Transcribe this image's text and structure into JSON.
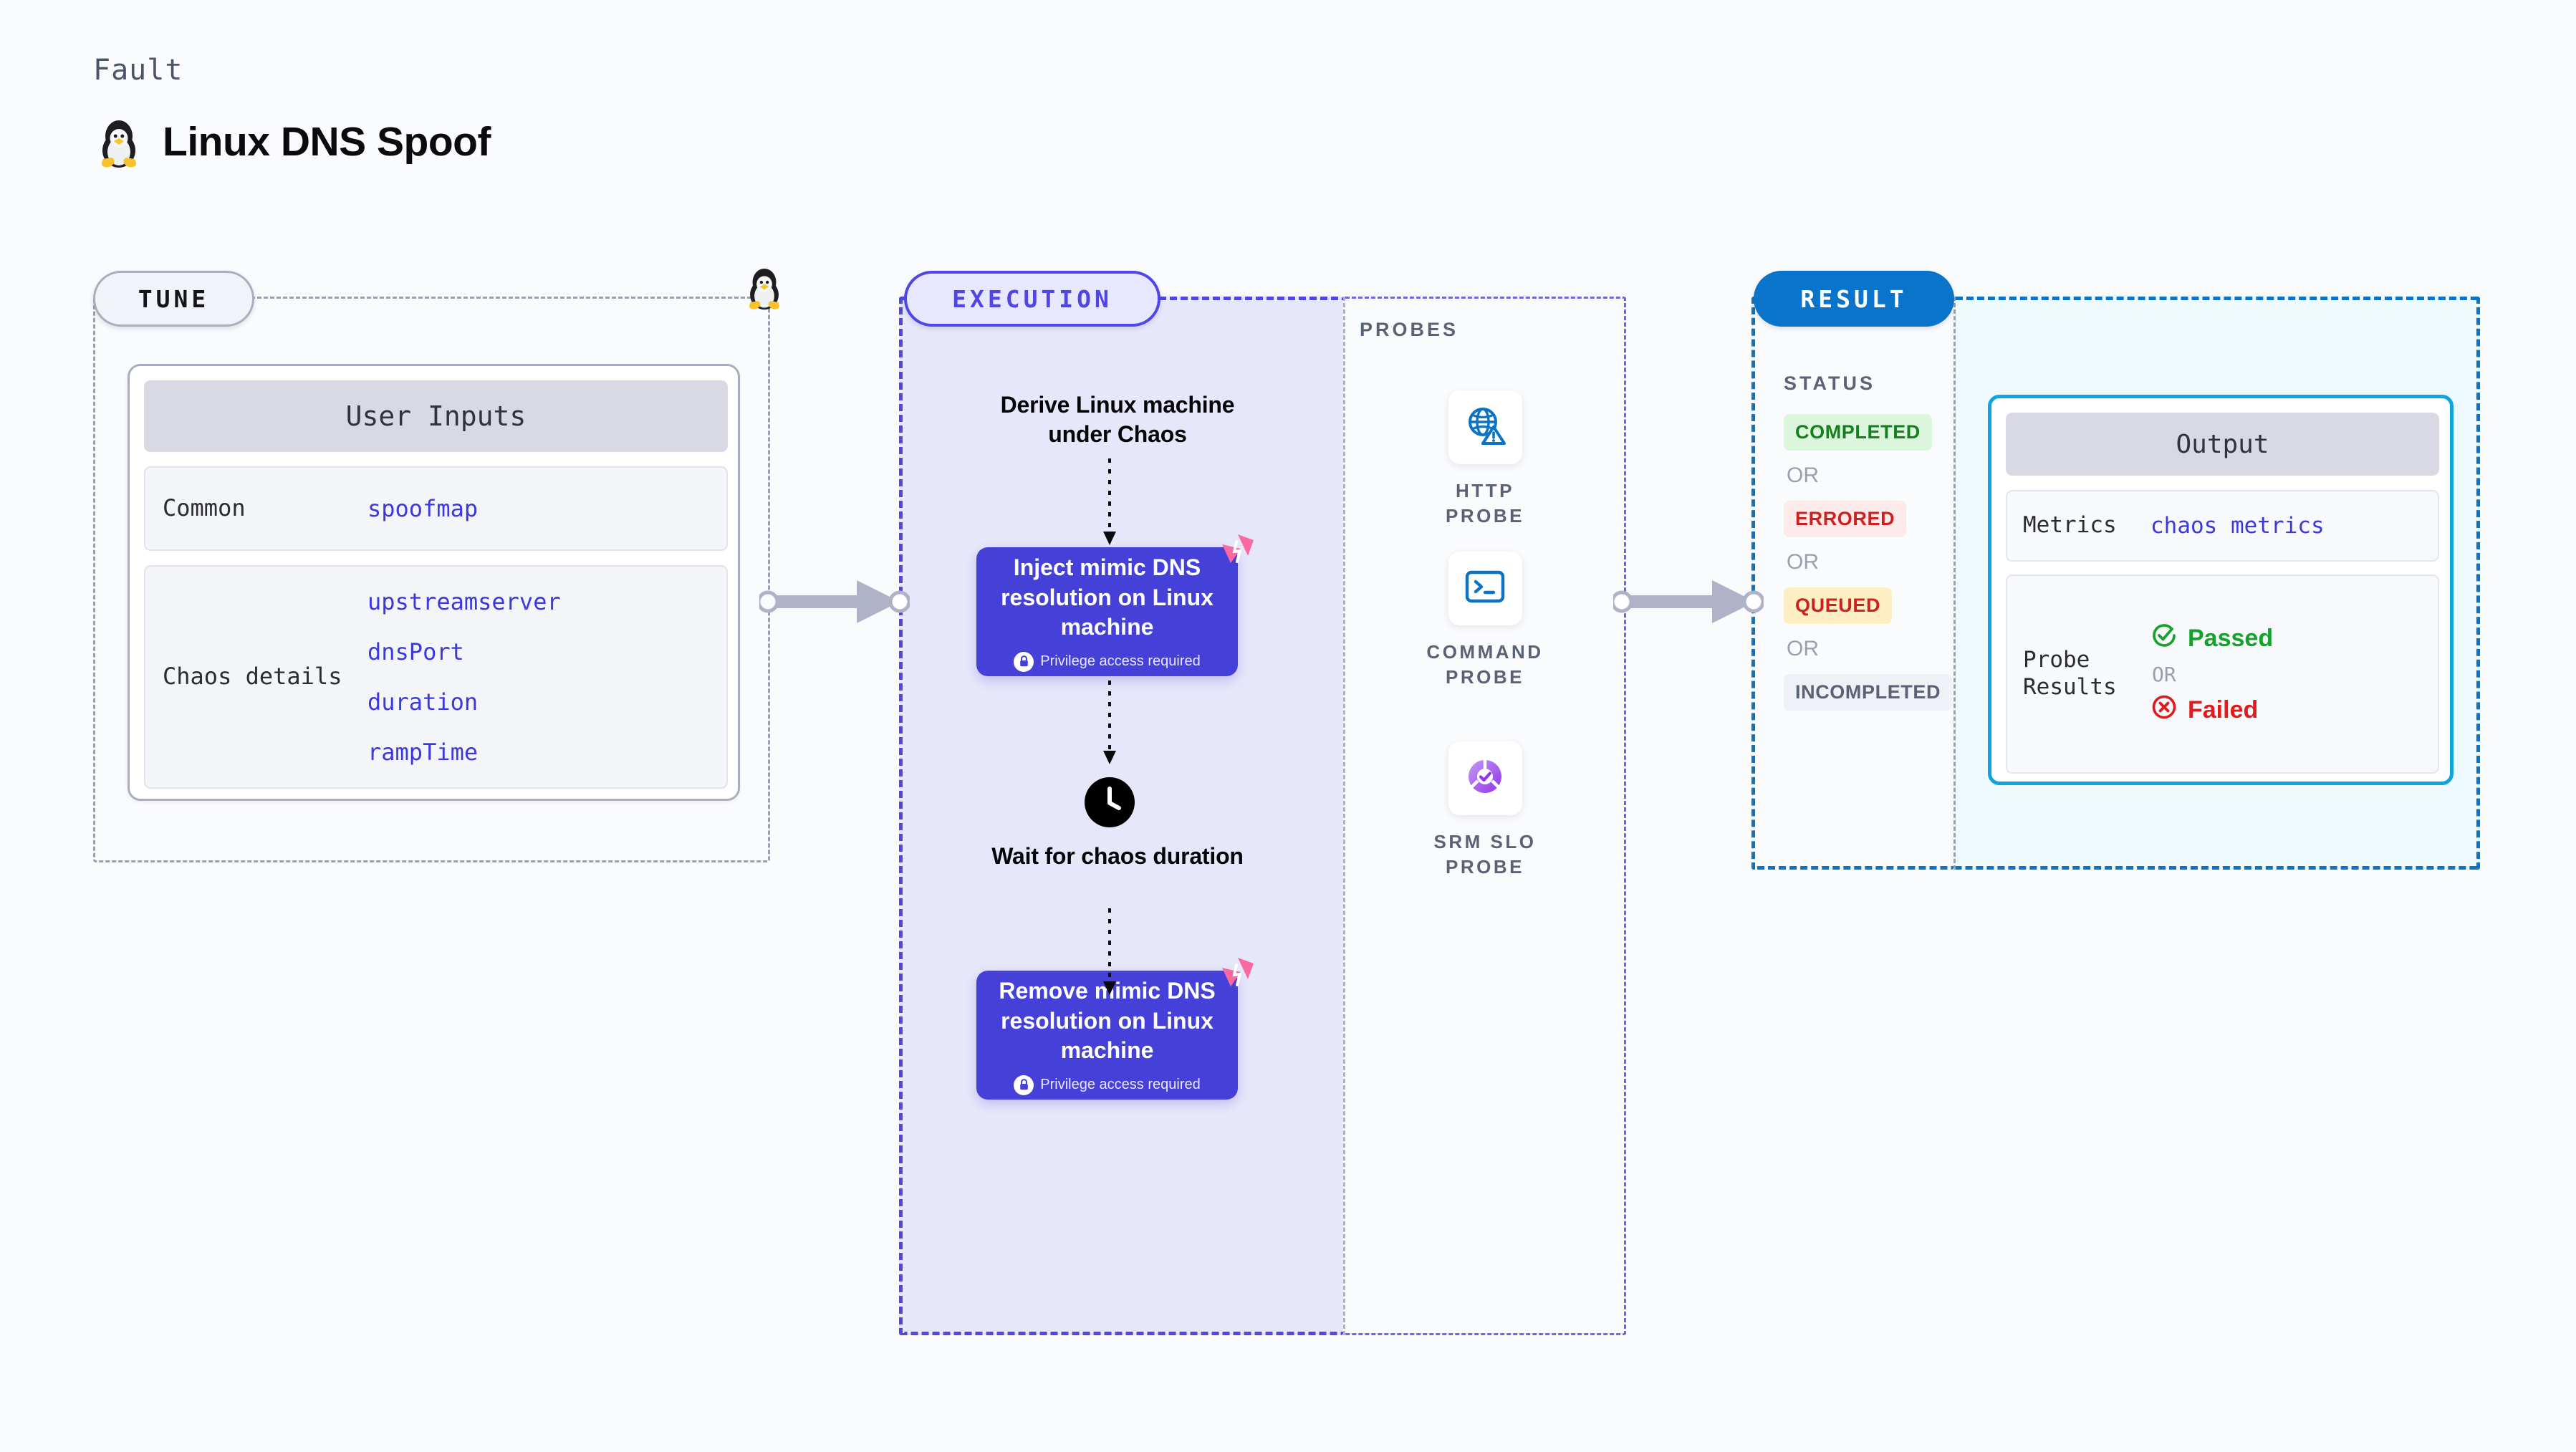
{
  "header": {
    "kicker": "Fault",
    "title": "Linux DNS Spoof",
    "icon": "linux-tux-icon"
  },
  "tune": {
    "pill_label": "TUNE",
    "card_title": "User Inputs",
    "rows": [
      {
        "label": "Common",
        "values": [
          "spoofmap"
        ]
      },
      {
        "label": "Chaos details",
        "values": [
          "upstreamserver",
          "dnsPort",
          "duration",
          "rampTime"
        ]
      }
    ]
  },
  "execution": {
    "pill_label": "EXECUTION",
    "steps": [
      {
        "type": "text",
        "label": "Derive Linux machine under Chaos"
      },
      {
        "type": "action",
        "label": "Inject mimic DNS resolution on Linux machine",
        "note": "Privilege access required",
        "badge": "chaos-badge-icon",
        "note_icon": "lock-icon"
      },
      {
        "type": "wait",
        "label": "Wait for chaos duration",
        "icon": "clock-icon"
      },
      {
        "type": "action",
        "label": "Remove mimic DNS resolution on Linux machine",
        "note": "Privilege access required",
        "badge": "chaos-badge-icon",
        "note_icon": "lock-icon"
      }
    ]
  },
  "probes": {
    "title": "PROBES",
    "items": [
      {
        "label": "HTTP PROBE",
        "icon": "globe-warning-icon"
      },
      {
        "label": "COMMAND\nPROBE",
        "icon": "terminal-icon"
      },
      {
        "label": "SRM SLO\nPROBE",
        "icon": "slo-donut-check-icon"
      }
    ]
  },
  "result": {
    "pill_label": "RESULT",
    "status_title": "STATUS",
    "or_label": "OR",
    "statuses": [
      {
        "label": "COMPLETED",
        "bg": "#dcf5dd",
        "fg": "#15801f"
      },
      {
        "label": "ERRORED",
        "bg": "#fdeaea",
        "fg": "#cf2020"
      },
      {
        "label": "QUEUED",
        "bg": "#fdeec4",
        "fg": "#cf2020"
      },
      {
        "label": "INCOMPLETED",
        "bg": "#f0f1f6",
        "fg": "#5c6276"
      }
    ],
    "output": {
      "title": "Output",
      "metrics_label": "Metrics",
      "metrics_value": "chaos metrics",
      "probe_results_label": "Probe Results",
      "passed_label": "Passed",
      "failed_label": "Failed",
      "or_label": "OR",
      "passed_icon": "check-circle-icon",
      "failed_icon": "x-circle-icon"
    }
  },
  "colors": {
    "accent_purple": "#4540d8",
    "accent_blue": "#0a74cb",
    "mono_value": "#3b38e0",
    "chaos_pink": "#fa6aa0",
    "pass_green": "#15a22b",
    "fail_red": "#e01b1b"
  }
}
